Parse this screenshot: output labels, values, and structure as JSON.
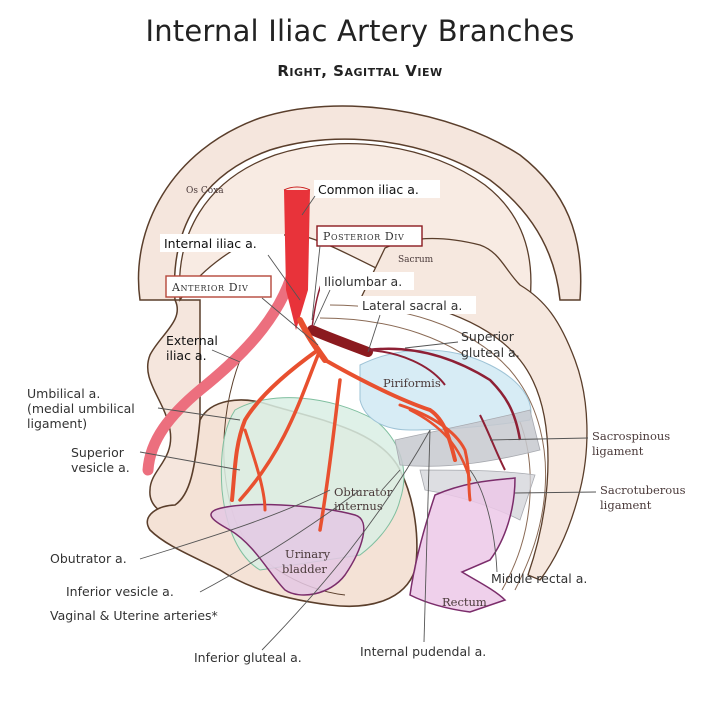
{
  "header": {
    "title": "Internal Iliac Artery Branches",
    "subtitle": "Right, Sagittal View"
  },
  "colors": {
    "bone_fill": "#f5e6dd",
    "bone_outline": "#5a3e2b",
    "common_iliac": "#e8333a",
    "external_iliac": "#ec6f7e",
    "anterior_branches": "#e8502f",
    "posterior_trunk": "#8b1a1f",
    "posterior_branches": "#8e2035",
    "piriformis": "#d7ecf5",
    "ligament": "#c7c9cf",
    "obturator_internus": "#d9efe4",
    "bladder": "#e4c8e4",
    "rectum": "#ecc8e8",
    "organ_outline": "#7b2d6b",
    "division_box_border": "#b5473a"
  },
  "structures": {
    "os_coxa": "Os Coxa",
    "sacrum": "Sacrum",
    "piriformis": "Piriformis",
    "obturator_internus_line1": "Obturator",
    "obturator_internus_line2": "internus",
    "bladder_line1": "Urinary",
    "bladder_line2": "bladder",
    "rectum": "Rectum",
    "sacrospinous_line1": "Sacrospinous",
    "sacrospinous_line2": "ligament",
    "sacrotuberous_line1": "Sacrotuberous",
    "sacrotuberous_line2": "ligament"
  },
  "divisions": {
    "anterior": "Anterior Div",
    "posterior": "Posterior Div"
  },
  "arteries": {
    "common_iliac": "Common iliac a.",
    "internal_iliac": "Internal iliac a.",
    "iliolumbar": "Iliolumbar a.",
    "lateral_sacral": "Lateral sacral a.",
    "superior_gluteal_line1": "Superior",
    "superior_gluteal_line2": "gluteal a.",
    "external_iliac_line1": "External",
    "external_iliac_line2": "iliac a.",
    "umbilical_line1": "Umbilical a.",
    "umbilical_line2": "(medial umbilical",
    "umbilical_line3": "ligament)",
    "superior_vesicle_line1": "Superior",
    "superior_vesicle_line2": "vesicle a.",
    "obturator": "Obutrator a.",
    "inferior_vesicle": "Inferior vesicle a.",
    "vaginal_uterine": "Vaginal & Uterine arteries*",
    "inferior_gluteal": "Inferior gluteal a.",
    "internal_pudendal": "Internal pudendal a.",
    "middle_rectal": "Middle rectal a."
  }
}
